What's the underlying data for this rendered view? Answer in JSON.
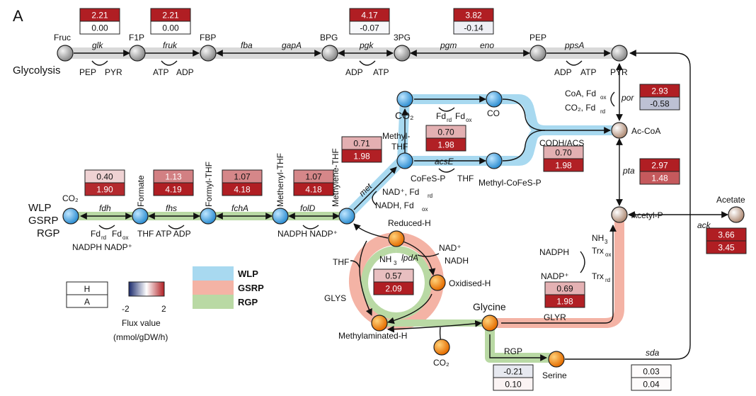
{
  "panel_label": "A",
  "pathway_labels": {
    "glycolysis": "Glycolysis",
    "wlp": "WLP",
    "gsrp": "GSRP",
    "rgp": "RGP"
  },
  "metabolites": {
    "fruc": "Fruc",
    "f1p": "F1P",
    "fbp": "FBP",
    "bpg": "BPG",
    "pg3": "3PG",
    "pep": "PEP",
    "pyr": "PYR",
    "co2_top": "CO₂",
    "co": "CO",
    "acoa": "Ac-CoA",
    "methyl_thf": "Methyl-\nTHF",
    "methyl_cofes": "Methyl-CoFeS-P",
    "co2_left": "CO₂",
    "formate": "Formate",
    "formyl_thf": "Formyl-THF",
    "methenyl_thf": "Methenyl-THF",
    "methylene_thf": "Methylene-THF",
    "acetyl_p": "Acetyl-P",
    "acetate": "Acetate",
    "reduced_h": "Reduced-H",
    "oxidised_h": "Oxidised-H",
    "methylaminated_h": "Methylaminated-H",
    "glycine": "Glycine",
    "serine": "Serine",
    "co2_bottom": "CO₂"
  },
  "enzymes": {
    "glk": "glk",
    "fruk": "fruk",
    "fba": "fba",
    "gapA": "gapA",
    "pgk": "pgk",
    "pgm": "pgm",
    "eno": "eno",
    "ppsA": "ppsA",
    "por": "por",
    "acsE": "acsE",
    "codh": "CODH/ACS",
    "pta": "pta",
    "ack": "ack",
    "met": "met",
    "fdh": "fdh",
    "fhs": "fhs",
    "fchA": "fchA",
    "folD": "folD",
    "lpdA": "lpdA",
    "glys": "GLYS",
    "glyr": "GLYR",
    "rgp": "RGP",
    "sda": "sda"
  },
  "cofactors": {
    "pep_pyr": "PEP  PYR",
    "atp_adp_1": "ATP  ADP",
    "adp_atp_1": "ADP  ATP",
    "adp_atp_2": "ADP  ATP",
    "coa_fd": "CoA, Fd",
    "co2_fd": "CO₂, Fd",
    "fdrd_fdox_top": "Fd   Fd",
    "cofes_thf": "CoFeS-P  THF",
    "nad_fd": "NAD⁺, Fd",
    "nadh_fd": "NADH, Fd",
    "fdrd_fdox_left": "Fd   Fd",
    "nadph_nadp_left": "NADPH NADP⁺",
    "thf_atp_adp": "THF ATP  ADP",
    "nadph_nadp_mid": "NADPH  NADP⁺",
    "nh3_mid": "NH",
    "thf_ring": "THF",
    "nad_plus": "NAD⁺",
    "nadh": "NADH",
    "nadph_right": "NADPH",
    "nadp_right": "NADP⁺",
    "nh3_right": "NH",
    "trx_ox": "Trx",
    "trx_rd": "Trx",
    "sub_rd": "rd",
    "sub_ox": "ox",
    "sub_3": "3"
  },
  "flux_boxes": {
    "glk": [
      "2.21",
      "0.00"
    ],
    "fruk": [
      "2.21",
      "0.00"
    ],
    "pgk": [
      "4.17",
      "-0.07"
    ],
    "eno": [
      "3.82",
      "-0.14"
    ],
    "por": [
      "2.93",
      "-0.58"
    ],
    "acsE": [
      "0.70",
      "1.98"
    ],
    "codh": [
      "0.70",
      "1.98"
    ],
    "pta": [
      "2.97",
      "1.48"
    ],
    "ack": [
      "3.66",
      "3.45"
    ],
    "met": [
      "0.71",
      "1.98"
    ],
    "fdh": [
      "0.40",
      "1.90"
    ],
    "fhs": [
      "1.13",
      "4.19"
    ],
    "fchA": [
      "1.07",
      "4.18"
    ],
    "folD": [
      "1.07",
      "4.18"
    ],
    "lpdA": [
      "0.57",
      "2.09"
    ],
    "glyr": [
      "0.69",
      "1.98"
    ],
    "rgp": [
      "-0.21",
      "0.10"
    ],
    "sda": [
      "0.03",
      "0.04"
    ]
  },
  "legend": {
    "h_label": "H",
    "a_label": "A",
    "scale_min": "-2",
    "scale_max": "2",
    "flux_title": "Flux value",
    "flux_unit": "(mmol/gDW/h)",
    "wlp": "WLP",
    "gsrp": "GSRP",
    "rgp": "RGP"
  },
  "colors": {
    "wlp": "#a8d9f0",
    "gsrp": "#f4b3a5",
    "rgp": "#b9d9a4",
    "glycolysis": "#d9d9d9",
    "node_blue": "#3f9ad8",
    "node_orange": "#f07f12",
    "node_grey": "#9e9e9e",
    "node_tan": "#b89a86",
    "dark_red": "#b01e23"
  }
}
